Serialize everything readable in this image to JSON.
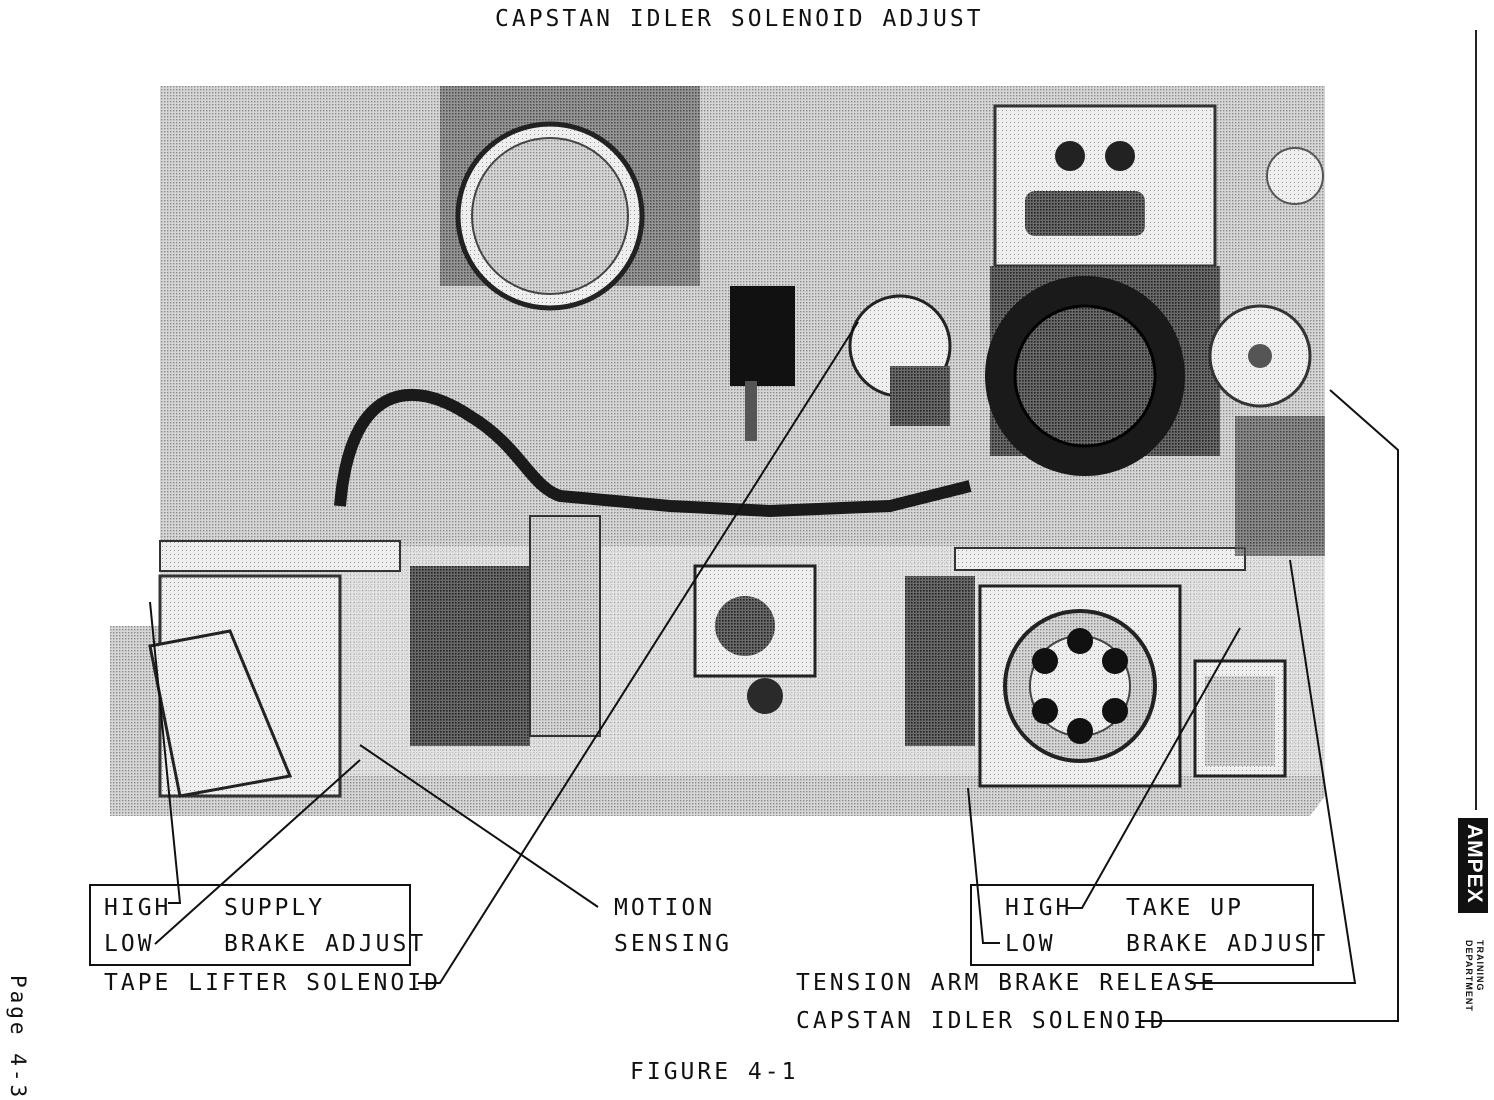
{
  "page_title": "CAPSTAN IDLER SOLENOID ADJUST",
  "labels": {
    "supply_high": "HIGH",
    "supply_low": "LOW",
    "supply_name_1": "SUPPLY",
    "supply_name_2": "BRAKE ADJUST",
    "tape_lifter": "TAPE LIFTER SOLENOID",
    "motion_1": "MOTION",
    "motion_2": "SENSING",
    "takeup_high": "HIGH",
    "takeup_low": "LOW",
    "takeup_name_1": "TAKE UP",
    "takeup_name_2": "BRAKE ADJUST",
    "tension_arm": "TENSION ARM BRAKE RELEASE",
    "capstan_idler": "CAPSTAN IDLER SOLENOID"
  },
  "figure_caption": "FIGURE 4-1",
  "page_number": "Page 4-3",
  "badge": {
    "brand": "AMPEX",
    "tab_line_1": "TRAINING",
    "tab_line_2": "DEPARTMENT"
  }
}
